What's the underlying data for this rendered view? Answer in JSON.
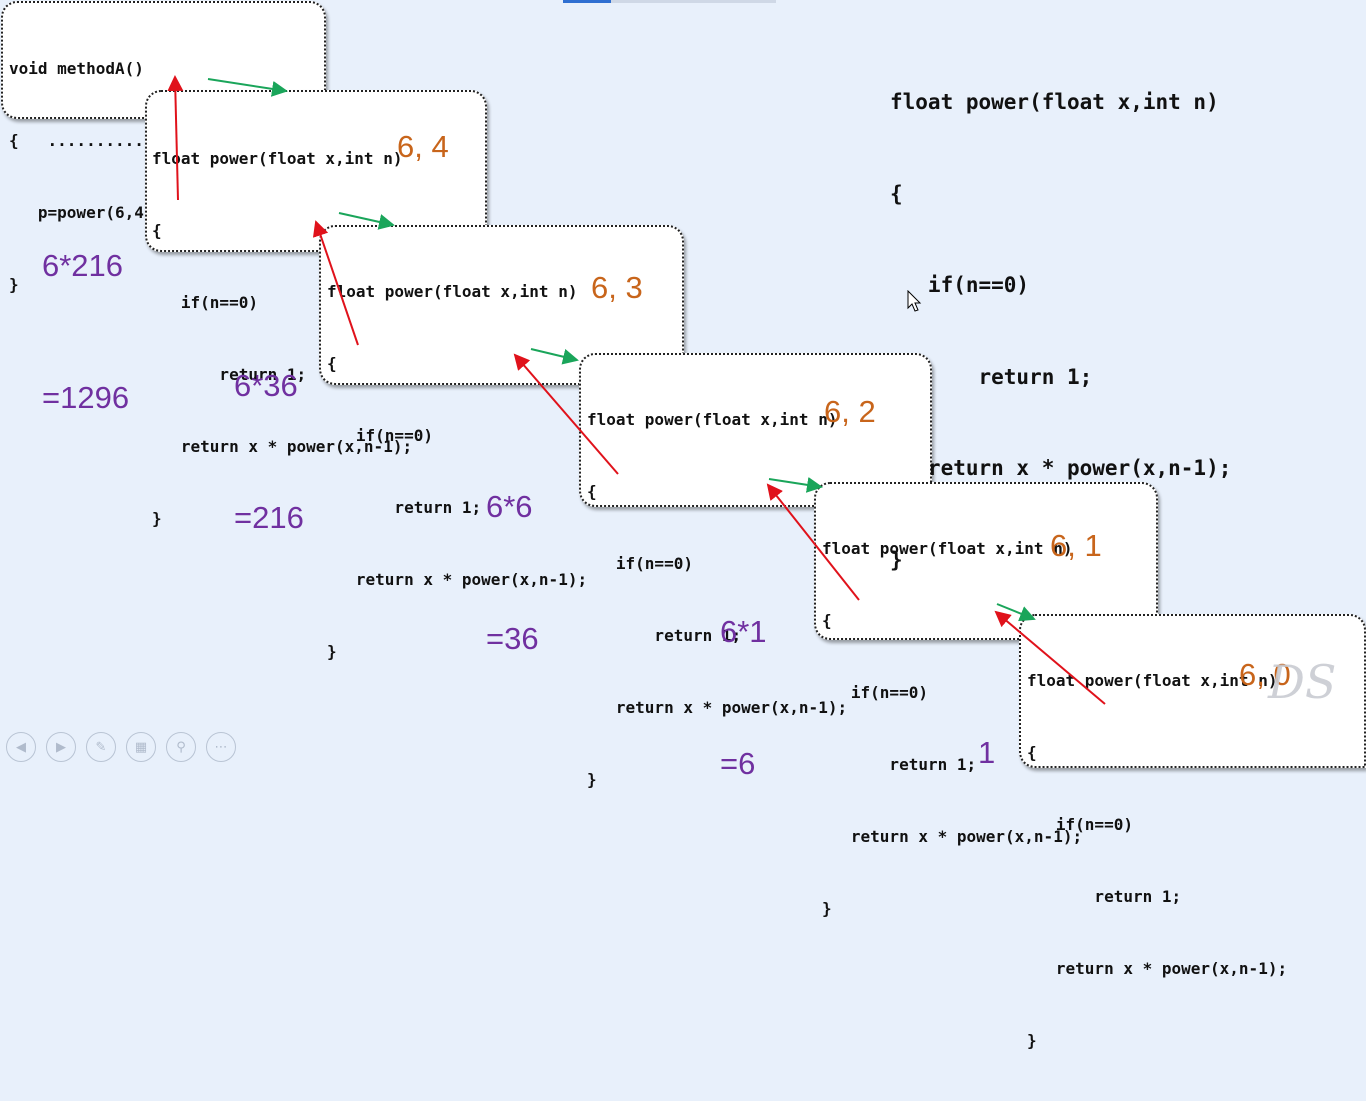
{
  "method_a": {
    "lines": [
      "void methodA()",
      "{   ...............",
      "   p=power(6,4);",
      "}"
    ]
  },
  "frames": [
    {
      "line1": "float power(float x,int n)",
      "line2": "{",
      "line3": "   if(n==0)",
      "line4": "       return 1;",
      "line5": "   return x * power(x,n-1);",
      "line6": "}",
      "args": "6, 4"
    },
    {
      "line1": "float power(float x,int n)",
      "line2": "{",
      "line3": "   if(n==0)",
      "line4": "       return 1;",
      "line5": "   return x * power(x,n-1);",
      "line6": "}",
      "args": "6, 3"
    },
    {
      "line1": "float power(float x,int n)",
      "line2": "{",
      "line3": "   if(n==0)",
      "line4": "       return 1;",
      "line5": "   return x * power(x,n-1);",
      "line6": "}",
      "args": "6, 2"
    },
    {
      "line1": "float power(float x,int n)",
      "line2": "{",
      "line3": "   if(n==0)",
      "line4": "       return 1;",
      "line5": "   return x * power(x,n-1);",
      "line6": "}",
      "args": "6, 1"
    },
    {
      "line1": "float power(float x,int n)",
      "line2": "{",
      "line3": "   if(n==0)",
      "line4": "       return 1;",
      "line5": "   return x * power(x,n-1);",
      "line6": "}",
      "args": "6, 0"
    }
  ],
  "results": [
    {
      "line1": "6*216",
      "line2": "=1296"
    },
    {
      "line1": "6*36",
      "line2": "=216"
    },
    {
      "line1": "6*6",
      "line2": "=36"
    },
    {
      "line1": "6*1",
      "line2": "=6"
    },
    {
      "line1": "1",
      "line2": ""
    }
  ],
  "definition": {
    "line1": "float power(float x,int n)",
    "line2": "{",
    "line3": "   if(n==0)",
    "line4": "       return 1;",
    "line5": "   return x * power(x,n-1);",
    "line6": "}"
  },
  "toolbar_icons": [
    "prev-icon",
    "next-icon",
    "pen-icon",
    "slides-icon",
    "zoom-icon",
    "more-icon"
  ],
  "colors": {
    "args": "#c8651b",
    "result": "#7030a0",
    "call_arrow": "#1aa55a",
    "return_arrow": "#e0121b"
  },
  "logo": "DS"
}
